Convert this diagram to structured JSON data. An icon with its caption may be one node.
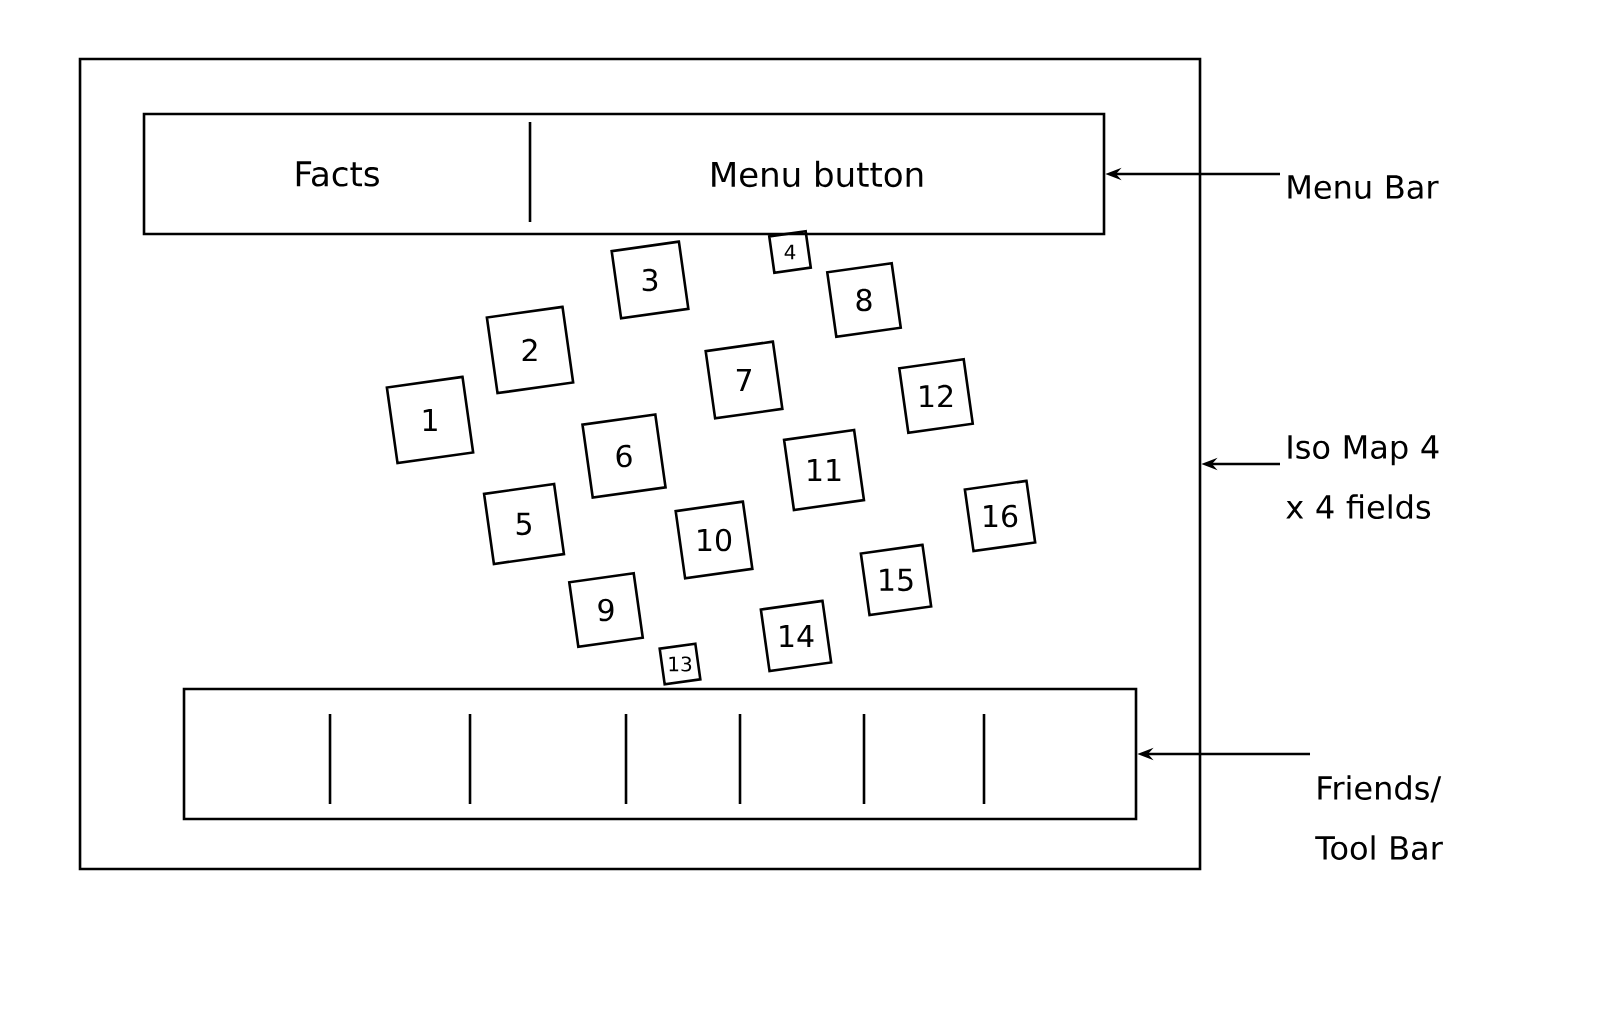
{
  "diagram": {
    "nodes": [
      {
        "text": [],
        "shape": "box"
      },
      {
        "text": [
          "Facts",
          "Menu button"
        ],
        "in": 0
      },
      {
        "text": [
          "1"
        ],
        "in": 0
      },
      {
        "text": [
          "2"
        ],
        "in": 0
      },
      {
        "text": [
          "3"
        ],
        "in": 0
      },
      {
        "text": [
          "4"
        ],
        "in": 0
      },
      {
        "text": [
          "5"
        ],
        "in": 0
      },
      {
        "text": [
          "6"
        ],
        "in": 0
      },
      {
        "text": [
          "7"
        ],
        "in": 0
      },
      {
        "text": [
          "8"
        ],
        "in": 0
      },
      {
        "text": [
          "9"
        ],
        "in": 0
      },
      {
        "text": [
          "10"
        ],
        "in": 0
      },
      {
        "text": [
          "11"
        ],
        "in": 0
      },
      {
        "text": [
          "12"
        ],
        "in": 0
      },
      {
        "text": [
          "13"
        ],
        "in": 0
      },
      {
        "text": [
          "14"
        ],
        "in": 0
      },
      {
        "text": [
          "15"
        ],
        "in": 0
      },
      {
        "text": [
          "16"
        ],
        "in": 0
      },
      {
        "text": [],
        "shape": "box",
        "in": 0
      },
      {
        "text": [
          "Menu Bar"
        ]
      },
      {
        "text": [
          "Iso Map 4 x 4 fields"
        ]
      },
      {
        "text": [
          "Friends/ Tool Bar"
        ]
      }
    ],
    "edges": [
      {
        "from": 19,
        "to": 1,
        "arrow": "to"
      },
      {
        "from": 20,
        "to": 0,
        "arrow": "to"
      },
      {
        "from": 21,
        "to": 18,
        "arrow": "to"
      }
    ]
  }
}
